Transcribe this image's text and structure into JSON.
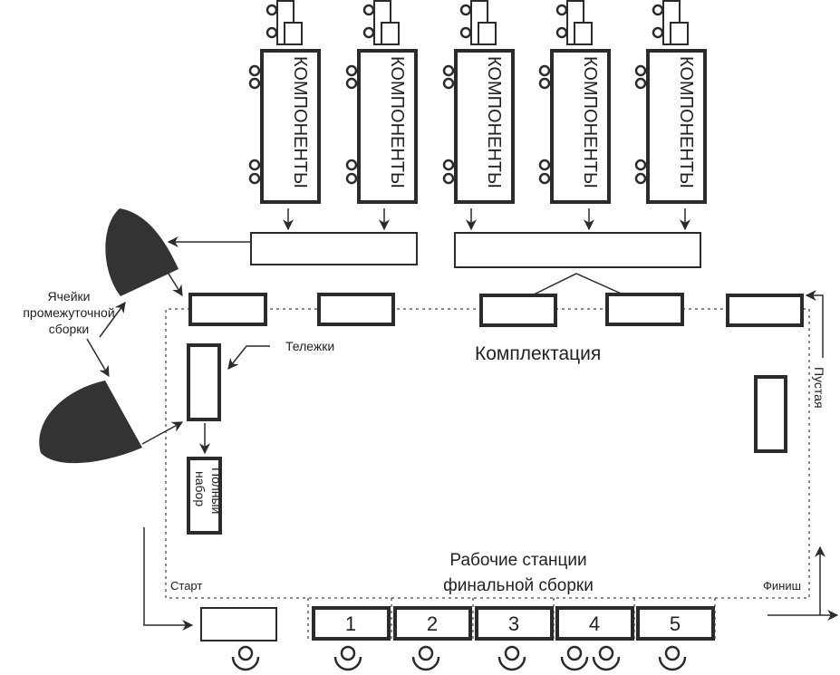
{
  "diagram": {
    "components_label": "КОМПОНЕНТЫ",
    "component_racks": [
      {
        "id": 1,
        "label": "КОМПОНЕНТЫ"
      },
      {
        "id": 2,
        "label": "КОМПОНЕНТЫ"
      },
      {
        "id": 3,
        "label": "КОМПОНЕНТЫ"
      },
      {
        "id": 4,
        "label": "КОМПОНЕНТЫ"
      },
      {
        "id": 5,
        "label": "КОМПОНЕНТЫ"
      }
    ],
    "intermediate_cells_label_lines": [
      "Ячейки",
      "промежуточной",
      "сборки"
    ],
    "carts_label": "Тележки",
    "kitting_label": "Комплектация",
    "full_set_label_lines": [
      "Полный",
      "набор"
    ],
    "empty_label": "Пустая",
    "workstations_label_lines": [
      "Рабочие станции",
      "финальной сборки"
    ],
    "start_label": "Старт",
    "finish_label": "Финиш",
    "stations": [
      "1",
      "2",
      "3",
      "4",
      "5"
    ],
    "colors": {
      "stroke": "#2b2b2b",
      "fill": "#333333",
      "dashed": "#666666"
    }
  }
}
